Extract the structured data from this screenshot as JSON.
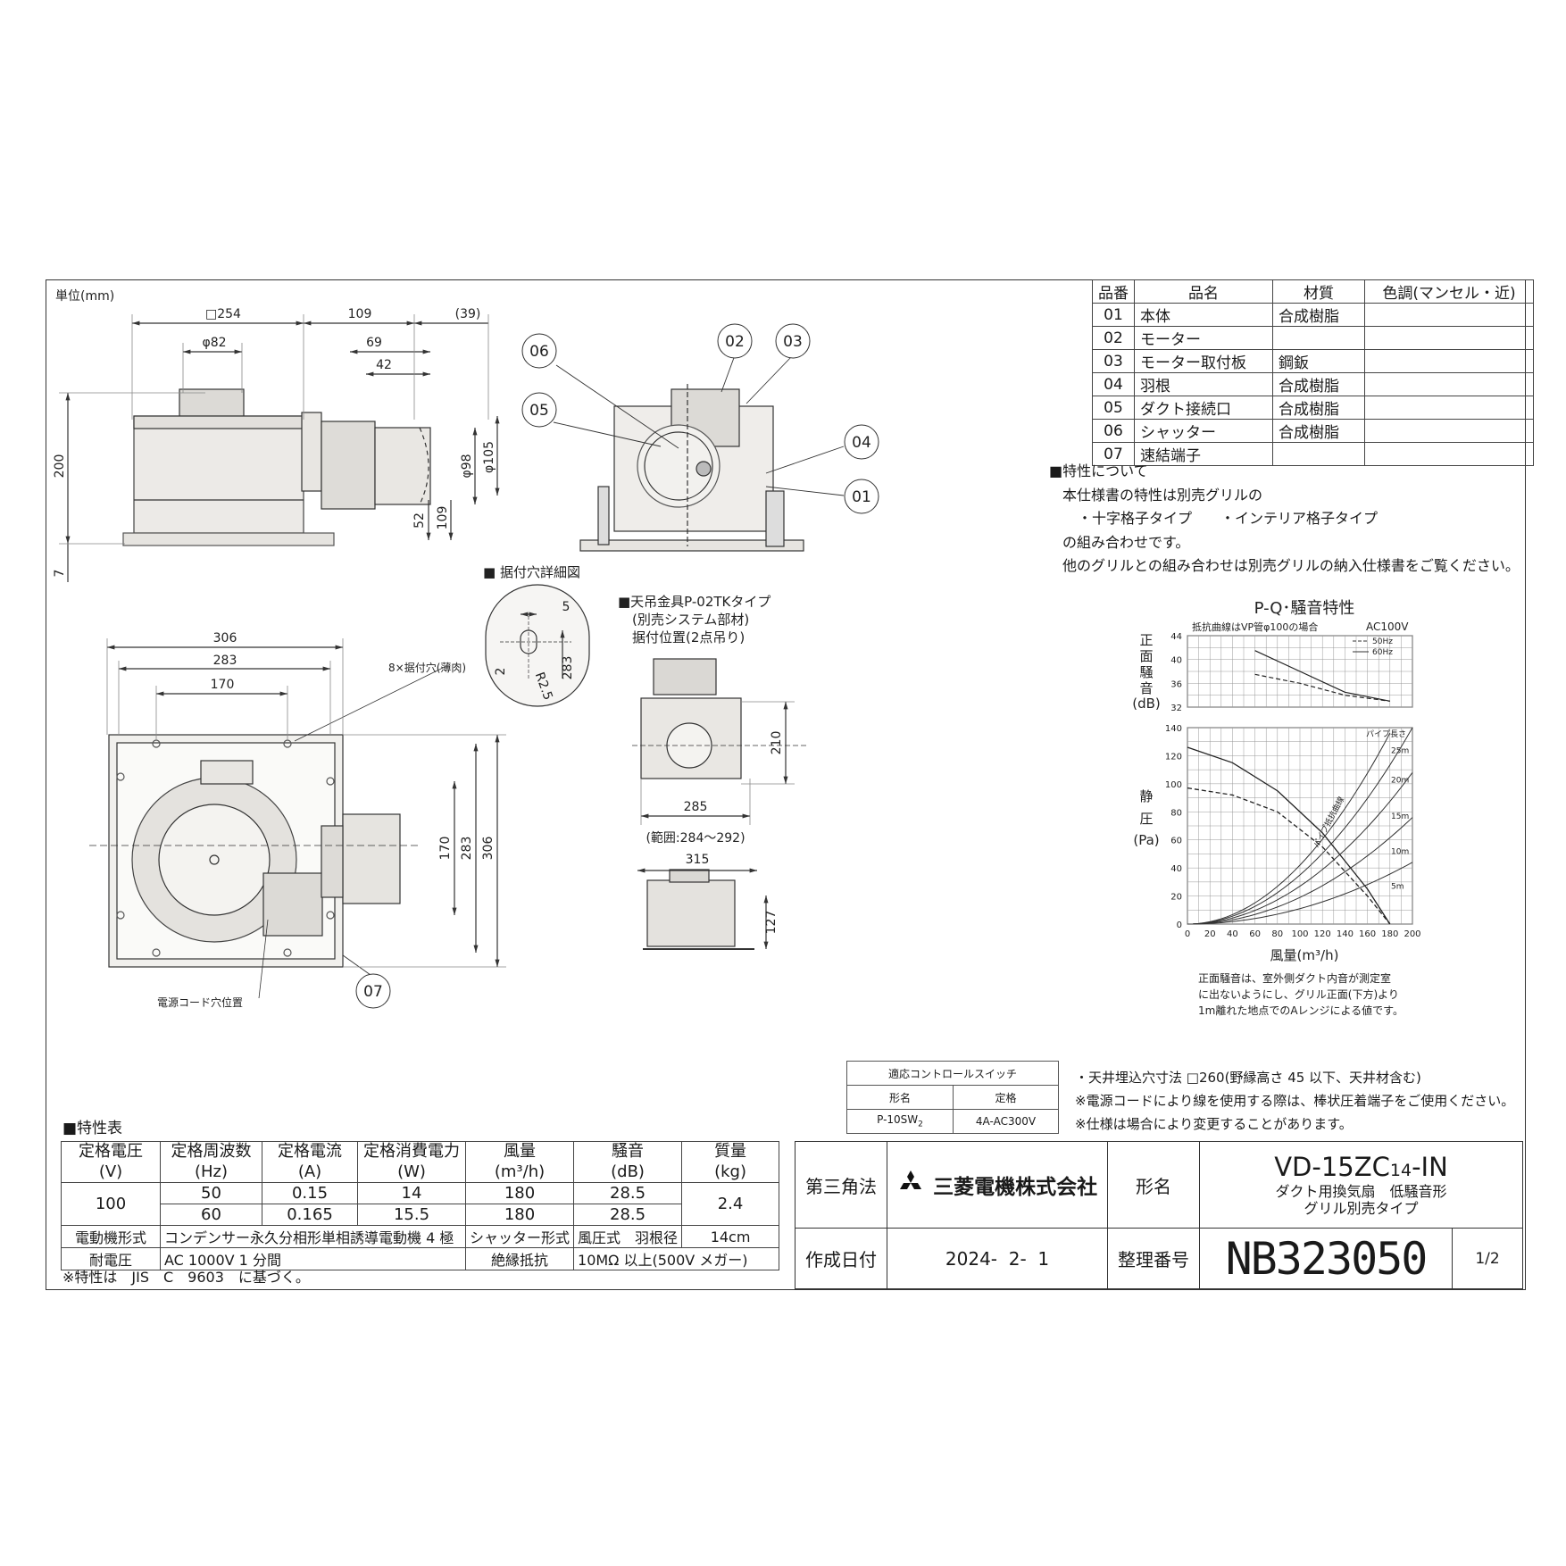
{
  "unit_label": "単位(mm)",
  "dims": {
    "d254": "□254",
    "d109": "109",
    "d39": "(39)",
    "phi82": "φ82",
    "d69": "69",
    "d42": "42",
    "d200": "200",
    "d7": "7",
    "phi98": "φ98",
    "phi105": "φ105",
    "d52": "52",
    "d109v": "109",
    "d306": "306",
    "d283": "283",
    "d170": "170",
    "d170v": "170",
    "d283v": "283",
    "d306v": "306",
    "d5": "5",
    "d2": "2",
    "r25": "R2.5",
    "d283s": "283",
    "d210": "210",
    "d285": "285",
    "range": "(範囲:284～292)",
    "d315": "315",
    "d127": "127"
  },
  "callouts": {
    "c06": "06",
    "c05": "05",
    "c02": "02",
    "c03": "03",
    "c04": "04",
    "c01": "01",
    "c07": "07"
  },
  "labels": {
    "mount_hole_title": "■ 据付穴詳細図",
    "hole_note": "8×据付穴(薄肉)",
    "cord_hole": "電源コード穴位置",
    "hanger_title": "■天吊金具P-02TKタイプ",
    "hanger_sub1": "(別売システム部材)",
    "hanger_sub2": "据付位置(2点吊り)"
  },
  "parts_table": {
    "headers": [
      "品番",
      "品名",
      "材質",
      "色調(マンセル・近)"
    ],
    "rows": [
      [
        "01",
        "本体",
        "合成樹脂",
        ""
      ],
      [
        "02",
        "モーター",
        "",
        ""
      ],
      [
        "03",
        "モーター取付板",
        "鋼鈑",
        ""
      ],
      [
        "04",
        "羽根",
        "合成樹脂",
        ""
      ],
      [
        "05",
        "ダクト接続口",
        "合成樹脂",
        ""
      ],
      [
        "06",
        "シャッター",
        "合成樹脂",
        ""
      ],
      [
        "07",
        "速結端子",
        "",
        ""
      ]
    ]
  },
  "characteristics_note": {
    "title": "■特性について",
    "lines": [
      "本仕様書の特性は別売グリルの",
      "・十字格子タイプ　　・インテリア格子タイプ",
      "の組み合わせです。",
      "他のグリルとの組み合わせは別売グリルの納入仕様書をご覧ください。"
    ]
  },
  "chart_data": {
    "type": "line",
    "title": "P-Q･騒音特性",
    "note": "抵抗曲線はVP管φ100の場合",
    "voltage": "AC100V",
    "legend": [
      "50Hz",
      "60Hz"
    ],
    "noise": {
      "ylabel": "正面騒音(dB)",
      "ylim": [
        32,
        44
      ],
      "yticks": [
        "44",
        "40",
        "36",
        "32"
      ],
      "series": [
        {
          "name": "50Hz",
          "x": [
            60,
            100,
            140,
            180
          ],
          "y": [
            37.5,
            36.0,
            34.0,
            33.0
          ]
        },
        {
          "name": "60Hz",
          "x": [
            60,
            100,
            140,
            180
          ],
          "y": [
            41.5,
            38.0,
            34.5,
            33.0
          ]
        }
      ]
    },
    "pq": {
      "ylabel": "静圧(Pa)",
      "xlabel": "風量(m³/h)",
      "xlim": [
        0,
        200
      ],
      "ylim": [
        0,
        140
      ],
      "xticks": [
        "0",
        "20",
        "40",
        "60",
        "80",
        "100",
        "120",
        "140",
        "160",
        "180",
        "200"
      ],
      "yticks": [
        "0",
        "20",
        "40",
        "60",
        "80",
        "100",
        "120",
        "140"
      ],
      "series": [
        {
          "name": "60Hz",
          "x": [
            0,
            40,
            80,
            120,
            160,
            180
          ],
          "y": [
            126,
            115,
            95,
            65,
            25,
            0
          ]
        },
        {
          "name": "50Hz",
          "x": [
            0,
            40,
            80,
            120,
            160,
            180
          ],
          "y": [
            97,
            92,
            80,
            55,
            20,
            0
          ]
        }
      ],
      "pipe_label": "パイプ長さ",
      "resistance_label": "パイプ抵抗曲線",
      "pipe_lengths": [
        "25m",
        "20m",
        "15m",
        "10m",
        "5m"
      ],
      "resistance_k": [
        0.0042,
        0.0035,
        0.0027,
        0.0019,
        0.0011
      ]
    },
    "footnote": [
      "正面騒音は、室外側ダクト内音が測定室",
      "に出ないようにし、グリル正面(下方)より",
      "1m離れた地点でのAレンジによる値です。"
    ]
  },
  "control_switch": {
    "title": "適応コントロールスイッチ",
    "headers": [
      "形名",
      "定格"
    ],
    "model": "P-10SW",
    "model_sub": "2",
    "rating": "4A-AC300V"
  },
  "notes": [
    "・天井埋込穴寸法 □260(野縁高さ 45 以下、天井材含む)",
    "※電源コードにより線を使用する際は、棒状圧着端子をご使用ください。",
    "※仕様は場合により変更することがあります。"
  ],
  "spec_table": {
    "title": "■特性表",
    "headers": [
      [
        "定格電圧",
        "(V)"
      ],
      [
        "定格周波数",
        "(Hz)"
      ],
      [
        "定格電流",
        "(A)"
      ],
      [
        "定格消費電力",
        "(W)"
      ],
      [
        "風量",
        "(m³/h)"
      ],
      [
        "騒音",
        "(dB)"
      ],
      [
        "質量",
        "(kg)"
      ]
    ],
    "voltage": "100",
    "weight": "2.4",
    "rows": [
      [
        "50",
        "0.15",
        "14",
        "180",
        "28.5"
      ],
      [
        "60",
        "0.165",
        "15.5",
        "180",
        "28.5"
      ]
    ],
    "motor_label": "電動機形式",
    "motor_value": "コンデンサー永久分相形単相誘導電動機 4 極",
    "shutter_label": "シャッター形式",
    "shutter_value": "風圧式",
    "blade_label": "羽根径",
    "blade_value": "14cm",
    "withstand_label": "耐電圧",
    "withstand_value": "AC 1000V 1 分間",
    "insulation_label": "絶縁抵抗",
    "insulation_value": "10MΩ 以上(500V メガー)",
    "footnote": "※特性は　JIS　C　9603　に基づく。"
  },
  "title_block": {
    "projection": "第三角法",
    "company": "三菱電機株式会社",
    "model_label": "形名",
    "model": "VD-15ZC14-IN",
    "model_main": "VD-15ZC",
    "model_sub": "14",
    "model_suffix": "-IN",
    "desc1": "ダクト用換気扇　低騒音形",
    "desc2": "グリル別売タイプ",
    "date_label": "作成日付",
    "date": "2024-  2-  1",
    "doc_label": "整理番号",
    "doc_no": "NB323050",
    "page": "1/2"
  },
  "colors": {
    "line": "#333333",
    "logo": "#111111"
  }
}
